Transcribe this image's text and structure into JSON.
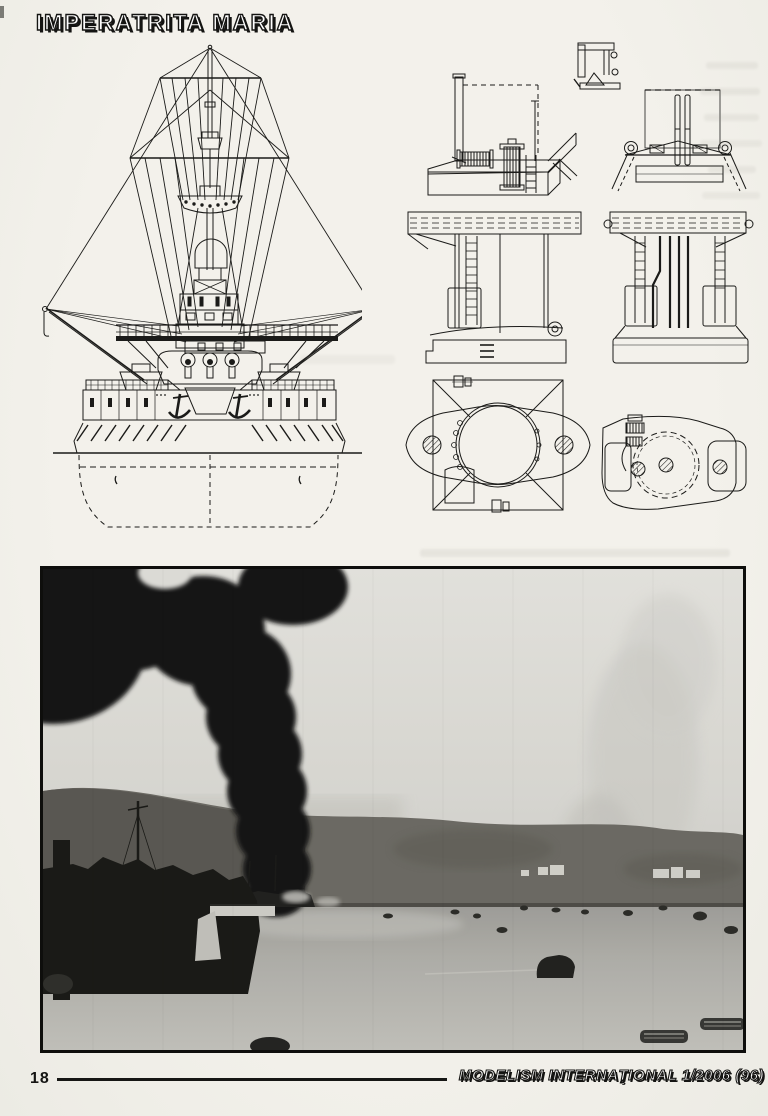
{
  "document": {
    "title": "IMPERATRITA MARIA",
    "footer": {
      "page_number": "18",
      "magazine_title": "MODELISM INTERNAŢIONAL 1/2006 (96)"
    },
    "colors": {
      "paper": "#f1efe9",
      "ink": "#1b1b19",
      "photo_border": "#0e0e0c",
      "photo_sky": "#e9e8e3",
      "photo_hills": "#6e6c65",
      "photo_water": "#b3b2ac",
      "photo_smoke": "#151513"
    }
  }
}
